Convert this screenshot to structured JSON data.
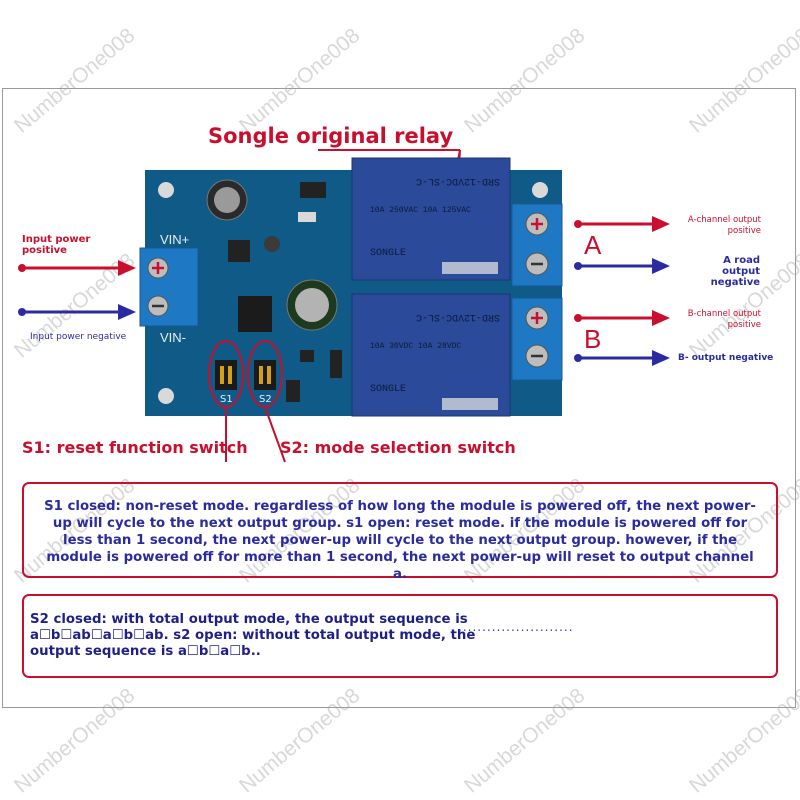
{
  "watermark": "NumberOne008",
  "title": "Songle original relay",
  "labels": {
    "input_positive": "Input power positive",
    "input_negative": "Input power negative",
    "a_output_positive": "A-channel output positive",
    "a_output_negative": "A road output negative",
    "b_output_positive": "B-channel output positive",
    "b_output_negative": "B- output negative",
    "letter_a": "A",
    "letter_b": "B"
  },
  "board": {
    "vin_plus": "VIN+",
    "vin_minus": "VIN-",
    "s1": "S1",
    "s2": "S2",
    "relay_model": "SRD-12VDC-SL-C",
    "relay_brand": "SONGLE",
    "relay_rating1": "10A 250VAC 10A 125VAC",
    "relay_rating2": "10A 30VDC 10A 28VDC"
  },
  "switches": {
    "s1_label": "S1: reset function switch",
    "s2_label": "S2: mode selection switch"
  },
  "notes": {
    "s1_text": "S1 closed: non-reset mode. regardless of how long the module is powered off, the next power-up will cycle to the next output group. s1 open: reset mode. if the module is powered off for less than 1 second, the next power-up will cycle to the next output group. however, if the module is powered off for more than 1 second, the next power-up will reset to output channel a.",
    "s2_text": "S2 closed: with total output mode, the output sequence is a☐b☐ab☐a☐b☐ab. s2 open: without total output mode, the output sequence is a☐b☐a☐b..",
    "s2_trail": "........................"
  },
  "colors": {
    "red": "#c8102e",
    "blue": "#2b2ba0",
    "pcb": "#0f5a86",
    "relay": "#2b4a9a"
  }
}
